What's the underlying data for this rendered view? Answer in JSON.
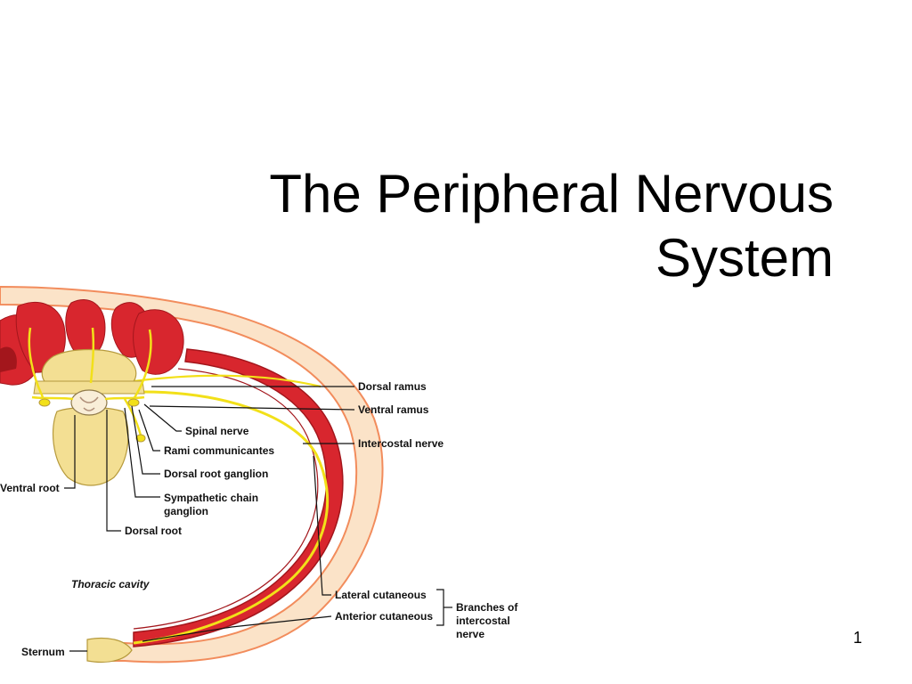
{
  "slide": {
    "title_line1": "The Peripheral Nervous",
    "title_line2": "System",
    "page_number": "1"
  },
  "diagram": {
    "labels": {
      "dorsal_ramus": "Dorsal ramus",
      "ventral_ramus": "Ventral ramus",
      "intercostal_nerve": "Intercostal nerve",
      "spinal_nerve": "Spinal nerve",
      "rami_communicantes": "Rami communicantes",
      "dorsal_root_ganglion": "Dorsal root ganglion",
      "sympathetic_chain_line1": "Sympathetic chain",
      "sympathetic_chain_line2": "ganglion",
      "ventral_root": "Ventral root",
      "dorsal_root": "Dorsal root",
      "thoracic_cavity": "Thoracic cavity",
      "lateral_cutaneous": "Lateral cutaneous",
      "anterior_cutaneous": "Anterior cutaneous",
      "branches_line1": "Branches of",
      "branches_line2": "intercostal",
      "branches_line3": "nerve",
      "sternum": "Sternum"
    },
    "colors": {
      "muscle": "#d8262e",
      "muscle_dark": "#a3161c",
      "nerve": "#f2e019",
      "bone": "#f3df93",
      "skin": "#f6a27a",
      "fat": "#fbe3c8"
    }
  }
}
